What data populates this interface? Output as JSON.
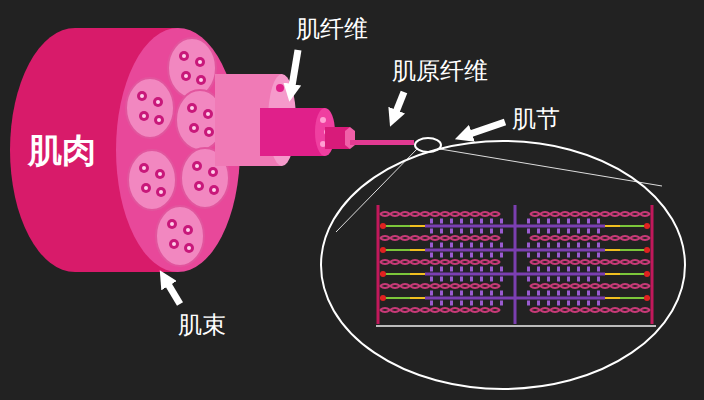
{
  "diagram": {
    "nodes": [
      {
        "text": [
          "肌肉"
        ]
      }
    ],
    "labels": [
      "肌纤维",
      "肌原纤维",
      "肌节",
      "肌束"
    ]
  }
}
